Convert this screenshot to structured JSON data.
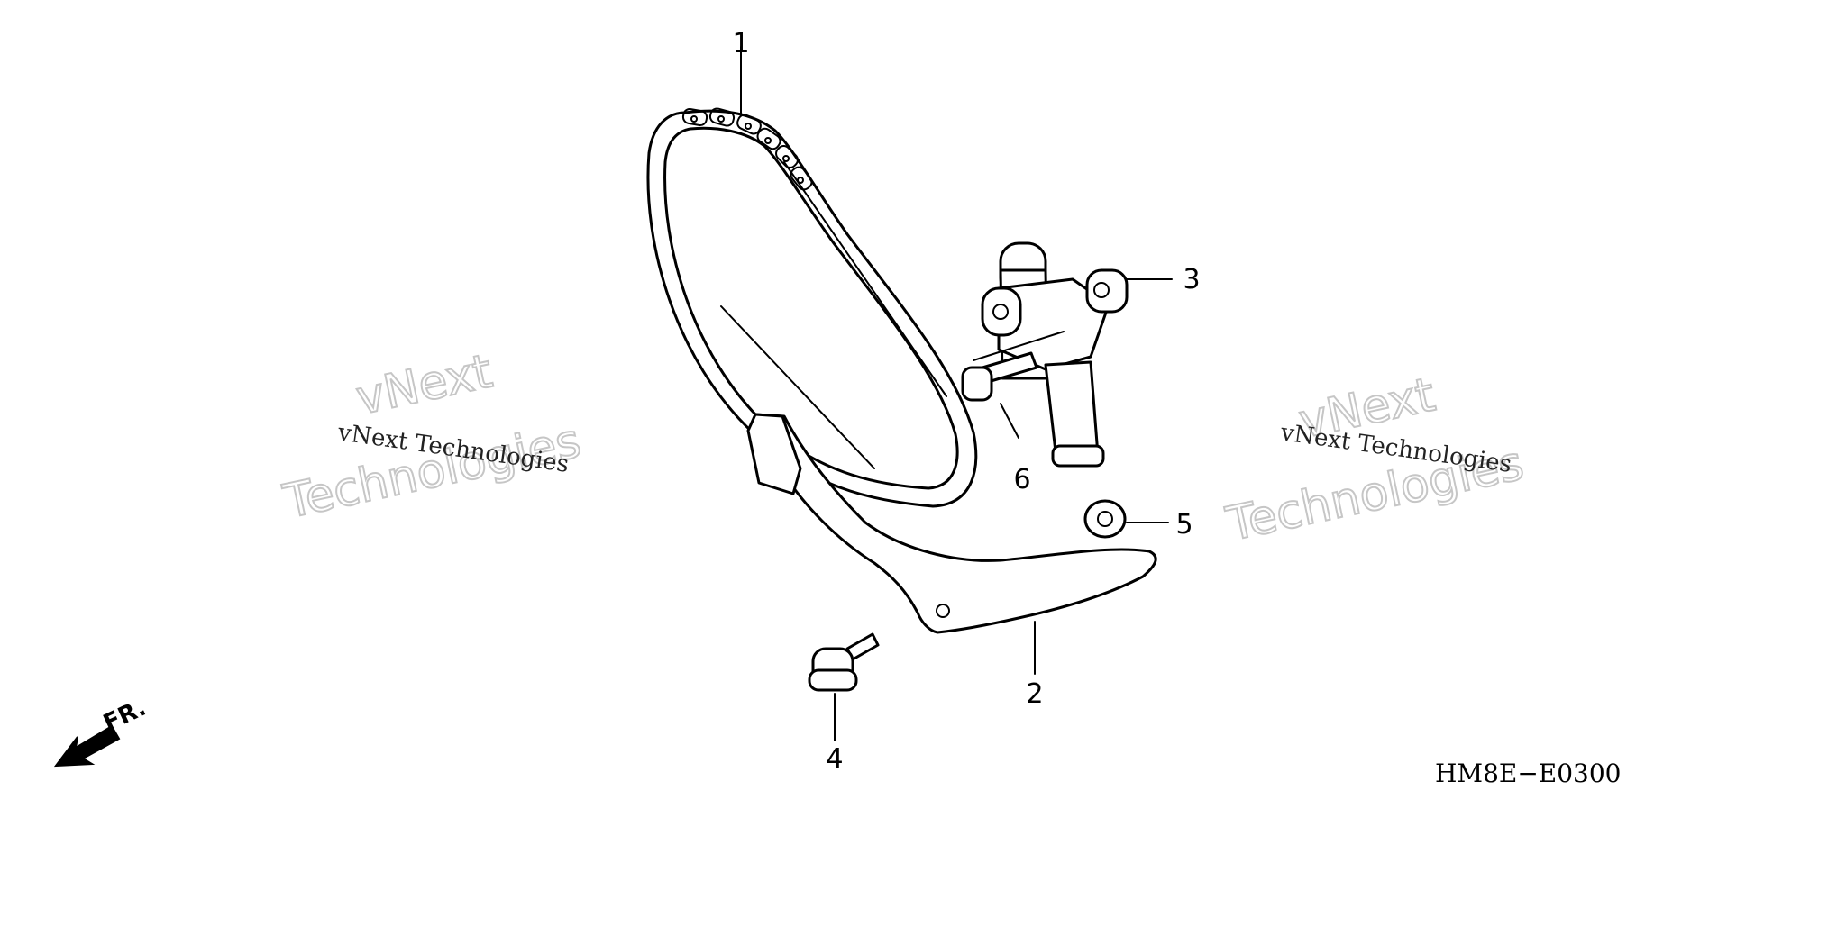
{
  "diagram": {
    "callouts": [
      "1",
      "2",
      "3",
      "4",
      "5",
      "6"
    ],
    "parts": {
      "cam_chain": "cam-chain",
      "chain_guide": "chain-guide",
      "tensioner": "tensioner-assembly",
      "bolt_guide": "flange-bolt-guide",
      "washer": "washer",
      "bolt_tensioner": "flange-bolt-tensioner"
    },
    "code": "HM8E−E0300",
    "direction": "FR.",
    "watermarks": {
      "small": "vNext Technologies",
      "big_line1": "vNext",
      "big_line2": "Technologies"
    }
  }
}
